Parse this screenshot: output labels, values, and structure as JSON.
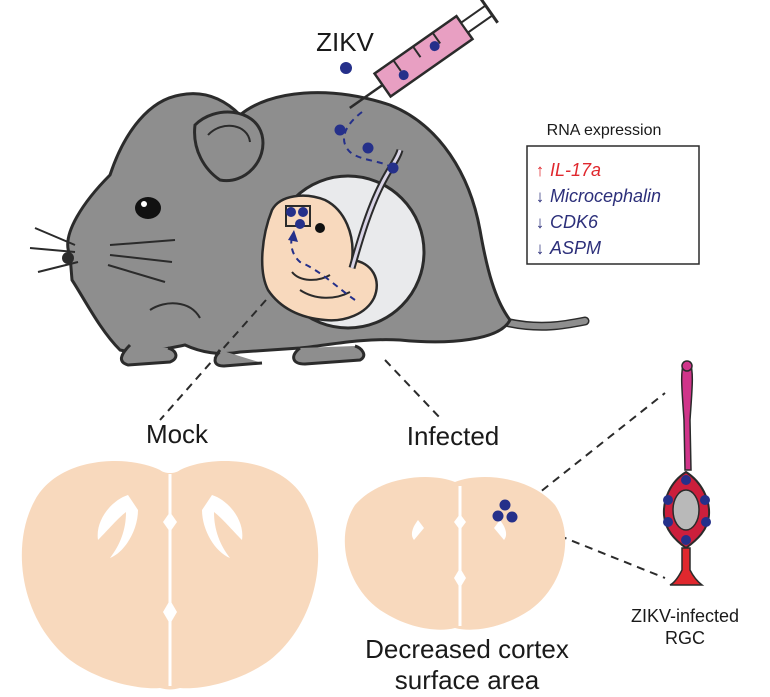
{
  "virus_label": "ZIKV",
  "rna_box": {
    "title": "RNA expression",
    "items": [
      {
        "arrow": "↑",
        "gene": "IL-17a",
        "color": "#e0282e"
      },
      {
        "arrow": "↓",
        "gene": "Microcephalin",
        "color": "#2c2f7a"
      },
      {
        "arrow": "↓",
        "gene": "CDK6",
        "color": "#2c2f7a"
      },
      {
        "arrow": "↓",
        "gene": "ASPM",
        "color": "#2c2f7a"
      }
    ]
  },
  "mock_label": "Mock",
  "infected_label": "Infected",
  "outcome_line1": "Decreased cortex",
  "outcome_line2": "surface area",
  "cell_line1": "ZIKV-infected",
  "cell_line2": "RGC",
  "colors": {
    "mouse": "#8e8e8e",
    "brain": "#f8d9bd",
    "virus": "#25308a",
    "syringe": "#e89fc2",
    "cell_body": "#cc1f3c",
    "cell_process": "#d0348a"
  }
}
